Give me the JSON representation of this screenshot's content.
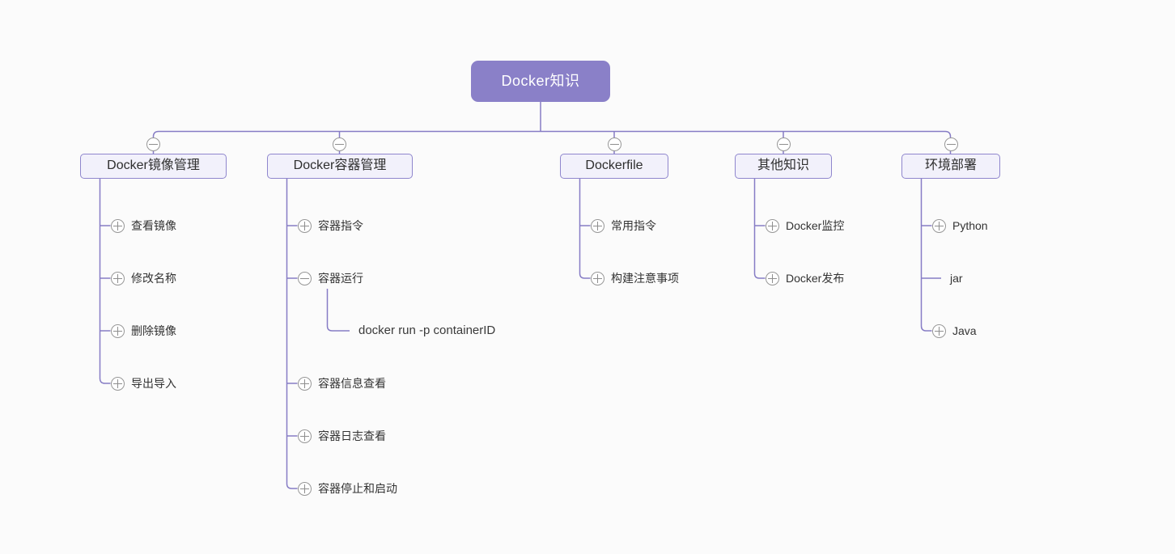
{
  "colors": {
    "background": "#fbfbfb",
    "root_fill": "#8a80c8",
    "root_text": "#ffffff",
    "branch_fill": "#f2f1fb",
    "branch_border": "#8f86cd",
    "connector_line": "#867cc5",
    "toggle_border": "#979797",
    "toggle_glyph": "#8e8e8e",
    "node_text": "#333333"
  },
  "icons": {
    "collapse": "circled-minus",
    "expand": "circled-plus"
  },
  "root": {
    "label": "Docker知识"
  },
  "branches": [
    {
      "label": "Docker镜像管理",
      "toggle": "collapse",
      "children": [
        {
          "label": "查看镜像",
          "toggle": "expand"
        },
        {
          "label": "修改名称",
          "toggle": "expand"
        },
        {
          "label": "删除镜像",
          "toggle": "expand"
        },
        {
          "label": "导出导入",
          "toggle": "expand"
        }
      ]
    },
    {
      "label": "Docker容器管理",
      "toggle": "collapse",
      "children": [
        {
          "label": "容器指令",
          "toggle": "expand"
        },
        {
          "label": "容器运行",
          "toggle": "collapse",
          "children": [
            {
              "label": "docker run -p containerID",
              "toggle": "none"
            }
          ]
        },
        {
          "label": "容器信息查看",
          "toggle": "expand"
        },
        {
          "label": "容器日志查看",
          "toggle": "expand"
        },
        {
          "label": "容器停止和启动",
          "toggle": "expand"
        }
      ]
    },
    {
      "label": "Dockerfile",
      "toggle": "collapse",
      "children": [
        {
          "label": "常用指令",
          "toggle": "expand"
        },
        {
          "label": "构建注意事项",
          "toggle": "expand"
        }
      ]
    },
    {
      "label": "其他知识",
      "toggle": "collapse",
      "children": [
        {
          "label": "Docker监控",
          "toggle": "expand"
        },
        {
          "label": "Docker发布",
          "toggle": "expand"
        }
      ]
    },
    {
      "label": "环境部署",
      "toggle": "collapse",
      "children": [
        {
          "label": "Python",
          "toggle": "expand"
        },
        {
          "label": "jar",
          "toggle": "none"
        },
        {
          "label": "Java",
          "toggle": "expand"
        }
      ]
    }
  ]
}
